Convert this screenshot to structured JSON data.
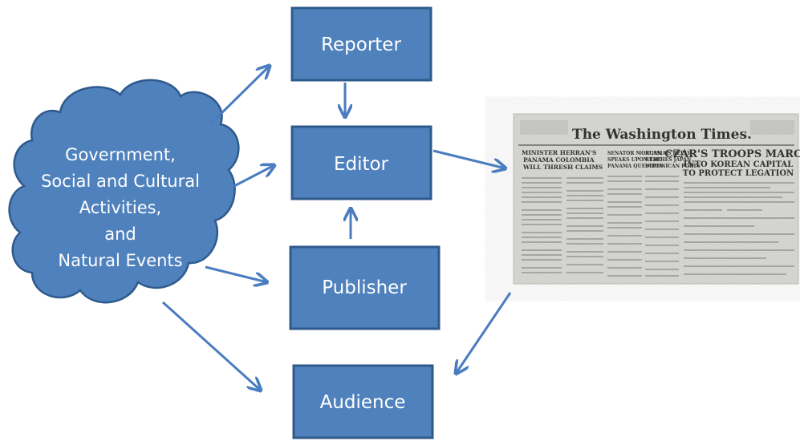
{
  "cloud": {
    "lines": [
      "Government,",
      "Social and Cultural",
      "Activities,",
      "and",
      "Natural Events"
    ]
  },
  "boxes": {
    "reporter": "Reporter",
    "editor": "Editor",
    "publisher": "Publisher",
    "audience": "Audience"
  },
  "newspaper": {
    "masthead": "The Washington Times.",
    "headline_1": "CZAR'S TROOPS MARCH",
    "headline_2": "INTO KOREAN CAPITAL",
    "headline_3": "TO PROTECT LEGATION",
    "col1_head_1": "MINISTER HERRAN'S",
    "col1_head_2": "PANAMA COLOMBIA",
    "col1_head_3": "WILL THRESH CLAIMS",
    "col2_head_1": "SENATOR MORGAN",
    "col2_head_2": "SPEAKS UPON THE",
    "col2_head_3": "PANAMA QUESTION",
    "col3_head_1": "RUSSIA'S REPLY",
    "col3_head_2": "REACHES JAPAN",
    "col3_head_3": "DOMINICAN PORTS"
  },
  "colors": {
    "box_fill": "#4f81bd",
    "box_stroke": "#2f5a8c",
    "arrow": "#4a7cc0"
  }
}
